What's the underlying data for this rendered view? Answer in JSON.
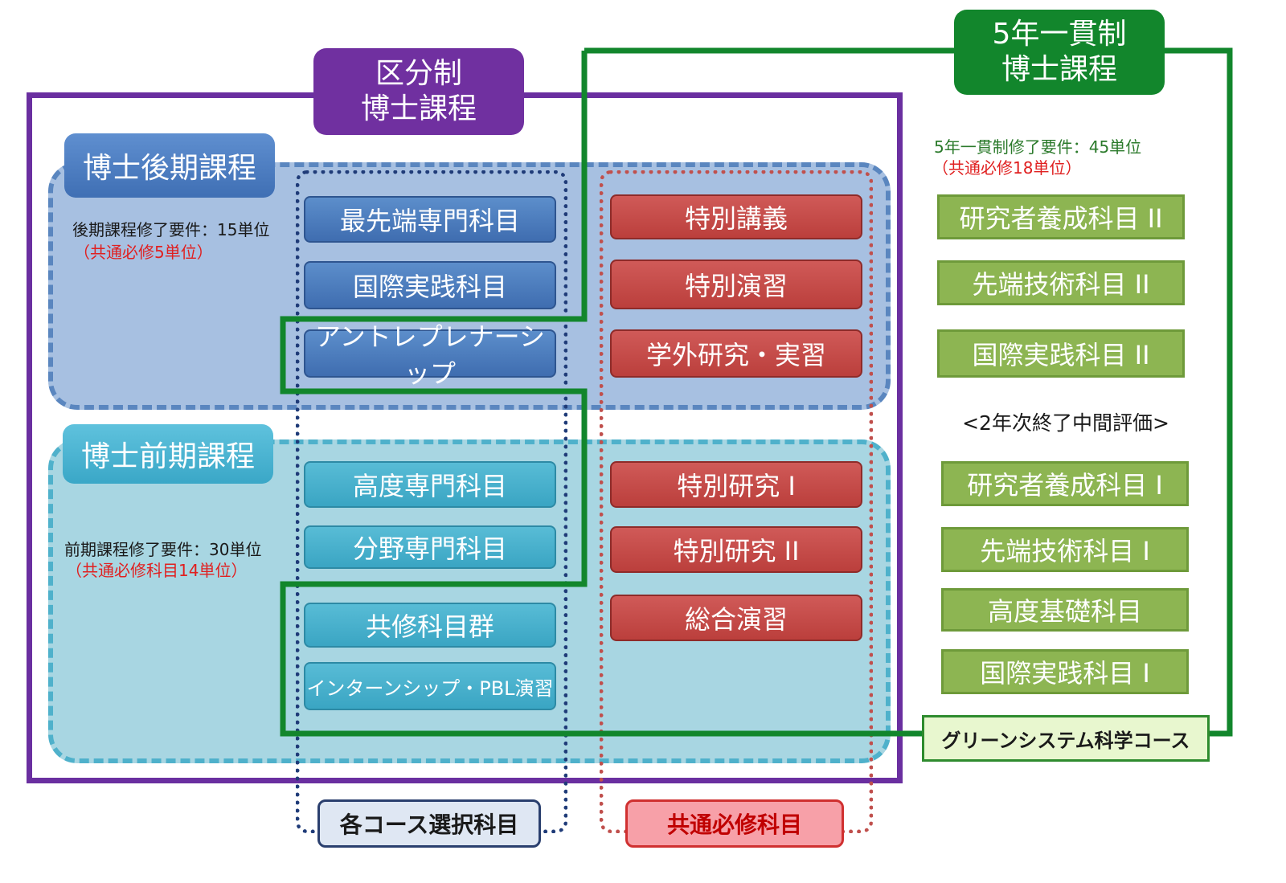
{
  "tabs": {
    "kubun": [
      "区分制",
      "博士課程"
    ],
    "five_year": [
      "5年一貫制",
      "博士課程"
    ],
    "doctoral_later": "博士後期課程",
    "doctoral_early": "博士前期課程"
  },
  "requirements": {
    "later": "後期課程修了要件：15単位",
    "later_common": "（共通必修5単位）",
    "early": "前期課程修了要件：30単位",
    "early_common": "（共通必修科目14単位）",
    "five_year": "5年一貫制修了要件：45単位",
    "five_year_common": "（共通必修18単位）"
  },
  "elective": {
    "later": [
      "最先端専門科目",
      "国際実践科目",
      "アントレプレナーシップ"
    ],
    "early": [
      "高度専門科目",
      "分野専門科目",
      "共修科目群",
      "インターンシップ・PBL演習"
    ]
  },
  "required": {
    "later": [
      "特別講義",
      "特別演習",
      "学外研究・実習"
    ],
    "early": [
      "特別研究 I",
      "特別研究 II",
      "総合演習"
    ]
  },
  "green_course": {
    "upper": [
      "研究者養成科目 II",
      "先端技術科目 II",
      "国際実践科目 II"
    ],
    "midpoint": "<2年次終了中間評価>",
    "lower": [
      "研究者養成科目 I",
      "先端技術科目 I",
      "高度基礎科目",
      "国際実践科目 I"
    ],
    "course_name": "グリーンシステム科学コース"
  },
  "bottom_labels": {
    "elective": "各コース選択科目",
    "required": "共通必修科目"
  },
  "colors": {
    "purple": "#7030a0",
    "green": "#12862c",
    "blue": "#3f6fb4",
    "teal": "#3aa7c7",
    "red": "#c0504d",
    "olive": "#8db552"
  }
}
